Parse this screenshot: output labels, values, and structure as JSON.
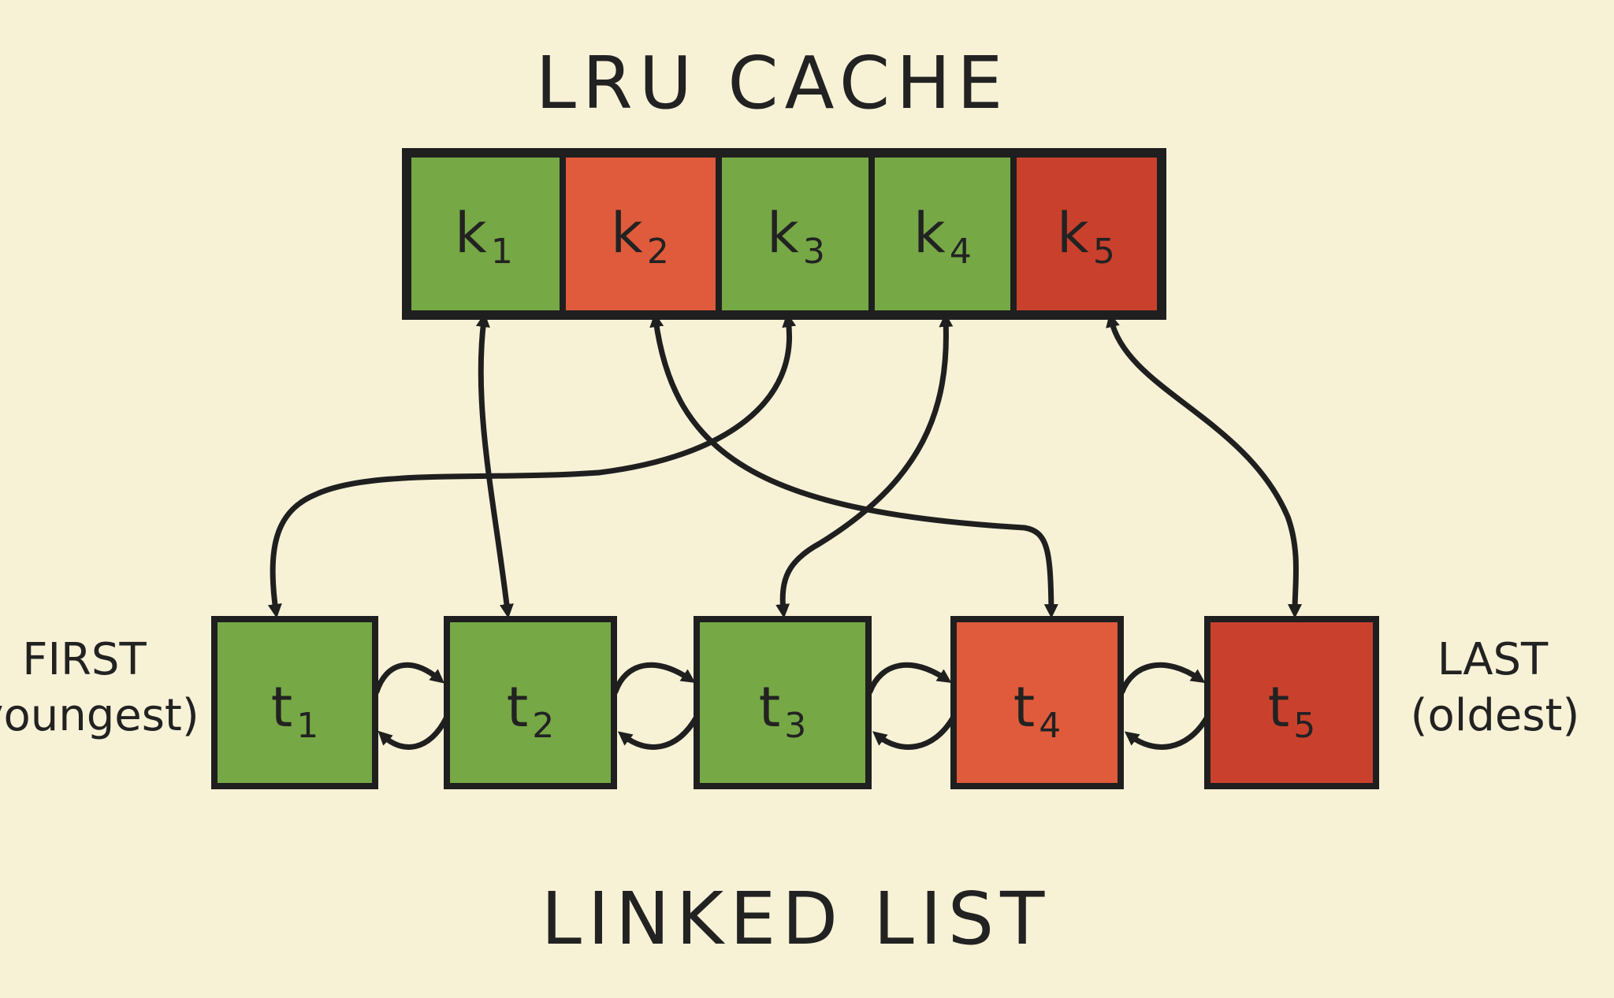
{
  "header": {
    "title": "LRU CACHE"
  },
  "footer": {
    "title": "LINKED LIST"
  },
  "labels": {
    "first": "FIRST",
    "first_sub": "youngest)",
    "last": "LAST",
    "last_sub": "(oldest)"
  },
  "cache_keys": [
    {
      "main": "k",
      "sub": "1",
      "color": "#76a846"
    },
    {
      "main": "k",
      "sub": "2",
      "color": "#df5b3b"
    },
    {
      "main": "k",
      "sub": "3",
      "color": "#76a846"
    },
    {
      "main": "k",
      "sub": "4",
      "color": "#76a846"
    },
    {
      "main": "k",
      "sub": "5",
      "color": "#c9412d"
    }
  ],
  "list_nodes": [
    {
      "main": "t",
      "sub": "1",
      "color": "#76a846"
    },
    {
      "main": "t",
      "sub": "2",
      "color": "#76a846"
    },
    {
      "main": "t",
      "sub": "3",
      "color": "#76a846"
    },
    {
      "main": "t",
      "sub": "4",
      "color": "#df5b3b"
    },
    {
      "main": "t",
      "sub": "5",
      "color": "#c9412d"
    }
  ]
}
